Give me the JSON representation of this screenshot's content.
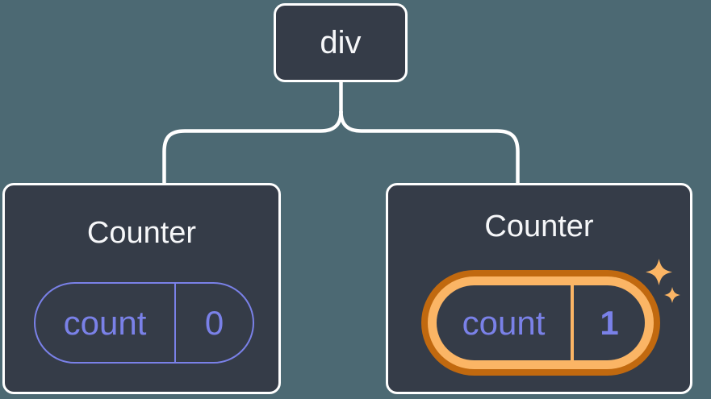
{
  "theme": {
    "bg": "#4C6973",
    "node_fill": "#353C48",
    "line": "#FFFFFF",
    "text": "#F6F7F9",
    "purple": "#7A81E8",
    "orange_dark": "#C1690F",
    "orange_light": "#FBB565"
  },
  "tree": {
    "root": {
      "label": "div"
    },
    "children": [
      {
        "title": "Counter",
        "state": {
          "key": "count",
          "value": "0",
          "highlighted": false
        }
      },
      {
        "title": "Counter",
        "state": {
          "key": "count",
          "value": "1",
          "highlighted": true
        }
      }
    ]
  },
  "icons": {
    "sparkle_large": "sparkle-icon",
    "sparkle_small": "sparkle-icon",
    "sparkle_color": "#FBB565"
  }
}
